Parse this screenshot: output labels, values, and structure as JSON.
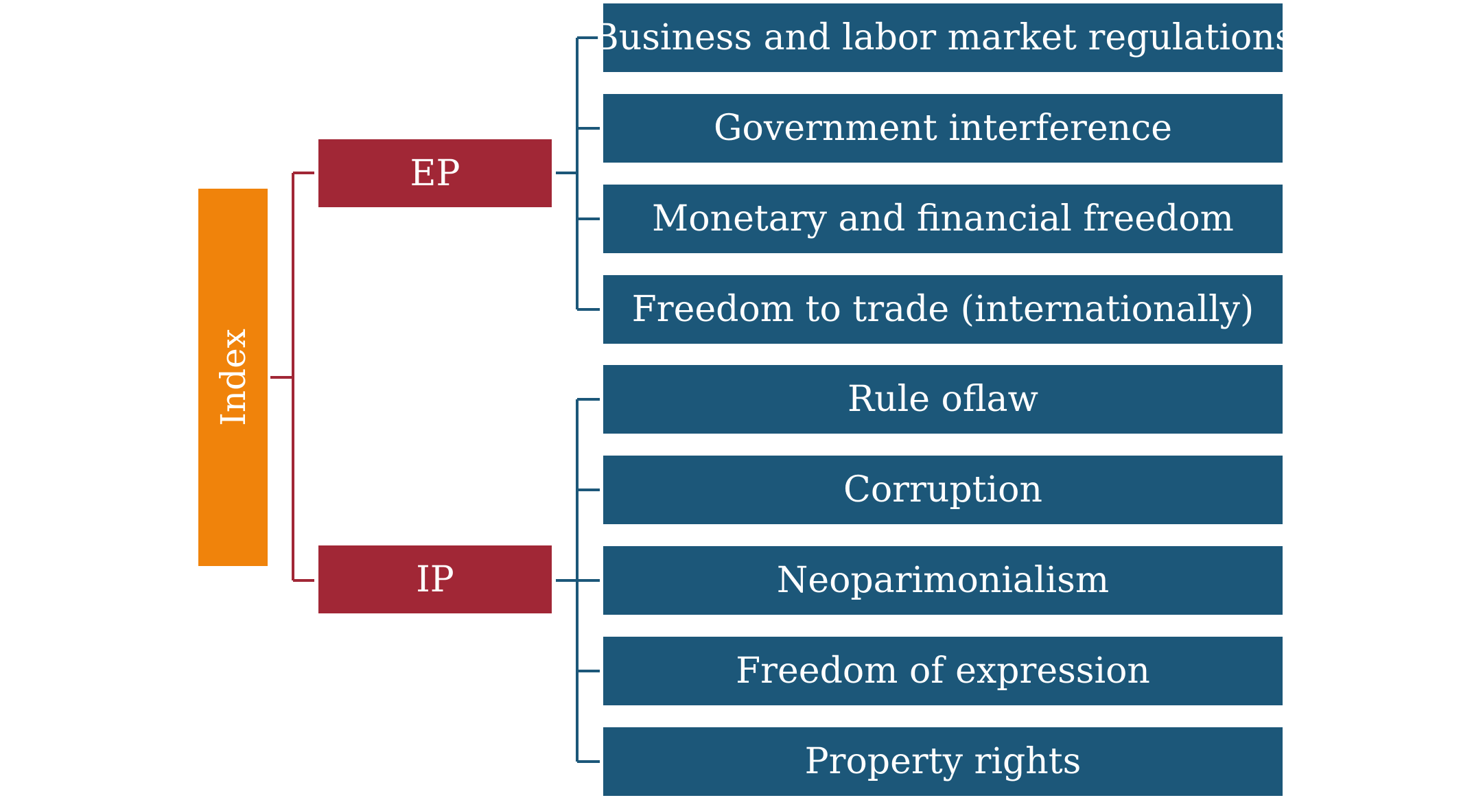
{
  "root": {
    "label": "Index"
  },
  "groups": [
    {
      "label": "EP",
      "items": [
        "Business and labor market regulations",
        "Government interference",
        "Monetary and financial freedom",
        "Freedom to trade (internationally)"
      ]
    },
    {
      "label": "IP",
      "items": [
        "Rule oflaw",
        "Corruption",
        "Neoparimonialism",
        "Freedom of expression",
        "Property rights"
      ]
    }
  ],
  "colors": {
    "root": "#f0830b",
    "group": "#a12736",
    "leaf": "#1c5779",
    "root_connector": "#a12736",
    "leaf_connector": "#1c5779",
    "text": "#ffffff"
  }
}
